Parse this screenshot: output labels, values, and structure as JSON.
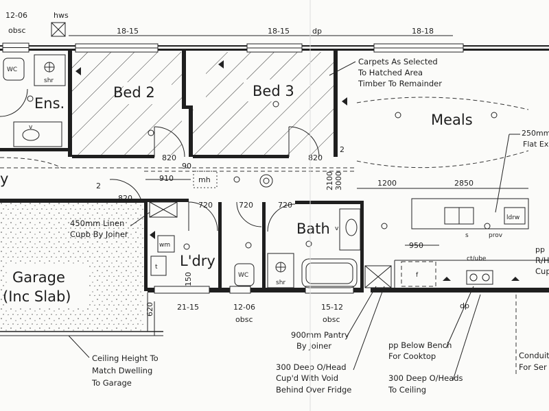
{
  "rooms": {
    "bed2": "Bed 2",
    "bed3": "Bed 3",
    "ens": "Ens.",
    "meals": "Meals",
    "bath": "Bath",
    "laundry": "L'dry",
    "garage_line1": "Garage",
    "garage_line2": "(Inc Slab)",
    "entry_partial": "y"
  },
  "windows": {
    "w_ens": "12-06",
    "w_ens_obsc": "obsc",
    "w_hws": "hws",
    "w_bed2": "18-15",
    "w_bed3": "18-15",
    "w_dp": "dp",
    "w_meals": "18-18",
    "w_ldry": "21-15",
    "w_wc": "12-06",
    "w_wc_obsc": "obsc",
    "w_bath": "15-12",
    "w_bath_obsc": "obsc"
  },
  "dimensions": {
    "door_bed2": "820",
    "door_bed3": "820",
    "d_90": "90",
    "d_910": "910",
    "door_garage": "820",
    "door_ldry1": "720",
    "door_wc": "720",
    "door_bath": "720",
    "d_2100": "2100",
    "d_3000": "3000",
    "d_1200": "1200",
    "d_2850": "2850",
    "d_950": "950",
    "d_150": "150",
    "d_620": "620",
    "d_2": "2",
    "d_2b": "2"
  },
  "fixtures": {
    "wc_ens": "WC",
    "shr_ens": "shr",
    "shr_bath": "shr",
    "wc_bath": "WC",
    "mh": "mh",
    "wm": "wm",
    "tub_v": "v",
    "ldry_t": "t",
    "bath_v": "v",
    "ens_v": "v",
    "kitchen_s": "s",
    "kitchen_prov": "prov",
    "kitchen_dw": "ldrw",
    "kitchen_f": "f",
    "kitchen_ct": "ct/ube",
    "pp": "pp",
    "dp_bottom": "dp",
    "kitchen_250": "250mm",
    "flat_ex": "Flat Ex"
  },
  "notes": {
    "carpet_1": "Carpets As Selected",
    "carpet_2": "To Hatched Area",
    "carpet_3": "Timber To Remainder",
    "linen_1": "450mm Linen",
    "linen_2": "Cupb By Joiner",
    "ceiling_1": "Ceiling Height To",
    "ceiling_2": "Match Dwelling",
    "ceiling_3": "To Garage",
    "pantry_1": "900mm Pantry",
    "pantry_2": "By Joiner",
    "head1_1": "300 Deep O/Head",
    "head1_2": "Cup'd With Void",
    "head1_3": "Behind Over Fridge",
    "pp_below_1": "pp Below Bench",
    "pp_below_2": "For Cooktop",
    "head2_1": "300 Deep O/Heads",
    "head2_2": "To Ceiling",
    "conduit_1": "Conduit",
    "conduit_2": "For Ser",
    "pp_right_1": "pp",
    "pp_right_2": "R/H",
    "pp_right_3": "Cup"
  }
}
